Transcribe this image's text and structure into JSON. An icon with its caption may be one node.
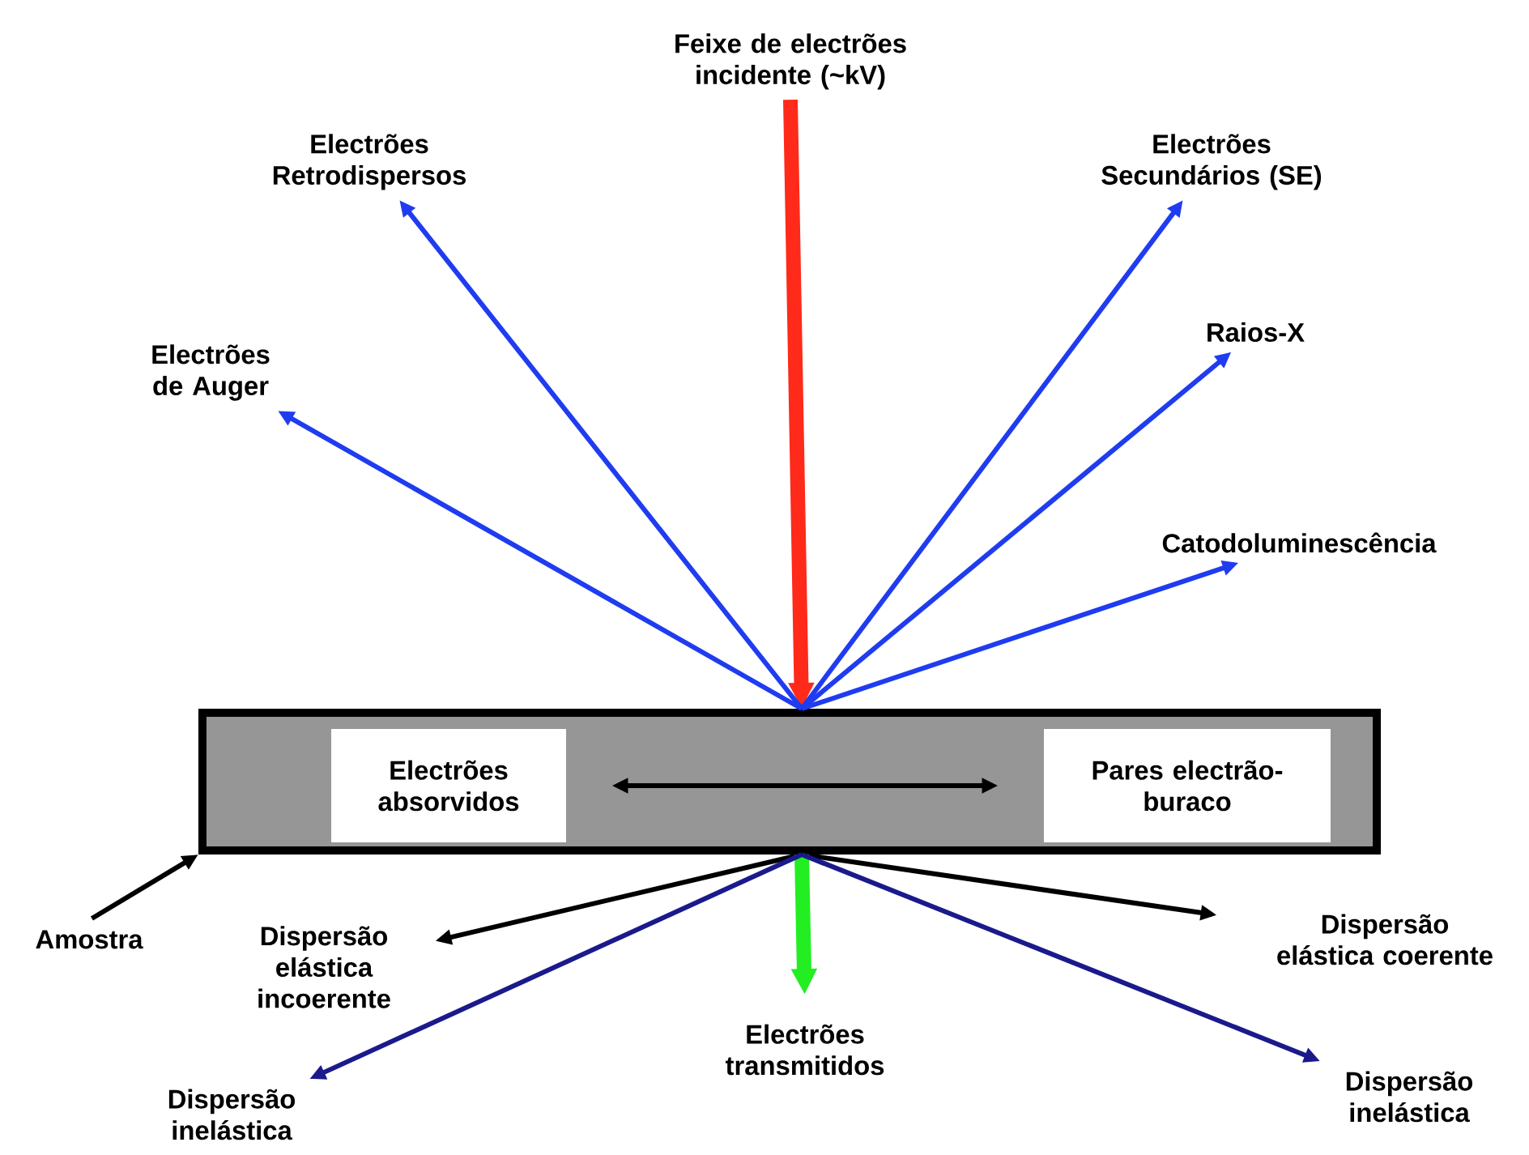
{
  "diagram": {
    "nodes": [
      {
        "text": [],
        "shape": "box"
      },
      {
        "text": [
          "Electrões absorvidos"
        ],
        "in": 0
      },
      {
        "text": [
          "Pares electrão-buraco"
        ],
        "in": 0
      },
      {
        "text": [
          "Feixe de electrões incidente (~kV)"
        ]
      },
      {
        "text": [
          "Electrões Retrodispersos"
        ]
      },
      {
        "text": [
          "Electrões de Auger"
        ]
      },
      {
        "text": [
          "Electrões Secundários (SE)"
        ]
      },
      {
        "text": [
          "Raios-X"
        ]
      },
      {
        "text": [
          "Catodoluminescência"
        ]
      },
      {
        "text": [
          "Amostra"
        ]
      },
      {
        "text": [
          "Dispersão elástica incoerente"
        ]
      },
      {
        "text": [
          "Dispersão elástica coerente"
        ]
      },
      {
        "text": [
          "Electrões transmitidos"
        ]
      },
      {
        "text": [
          "Dispersão inelástica"
        ]
      },
      {
        "text": [
          "Dispersão inelástica"
        ]
      }
    ],
    "edges": [
      {
        "from": 1,
        "to": 2,
        "arrow": "both",
        "color": "#000000"
      },
      {
        "from": 3,
        "to": 0,
        "arrow": "to",
        "style": "thick",
        "color": "#ff2a1a"
      },
      {
        "from": 0,
        "to": 4,
        "arrow": "to"
      },
      {
        "from": 0,
        "to": 5,
        "arrow": "to"
      },
      {
        "from": 0,
        "to": 6,
        "arrow": "to"
      },
      {
        "from": 0,
        "to": 7,
        "arrow": "to"
      },
      {
        "from": 0,
        "to": 8,
        "arrow": "to"
      },
      {
        "from": 9,
        "to": 0,
        "arrow": "to",
        "color": "#000000"
      },
      {
        "from": 0,
        "to": 10,
        "arrow": "to",
        "color": "#000000"
      },
      {
        "from": 0,
        "to": 11,
        "arrow": "to",
        "color": "#000000"
      },
      {
        "from": 0,
        "to": 12,
        "arrow": "to",
        "style": "thick",
        "color": "#22ee22"
      },
      {
        "from": 0,
        "to": 13,
        "arrow": "to",
        "color": "#1a1a8c"
      },
      {
        "from": 0,
        "to": 14,
        "arrow": "to",
        "color": "#1a1a8c"
      }
    ]
  }
}
